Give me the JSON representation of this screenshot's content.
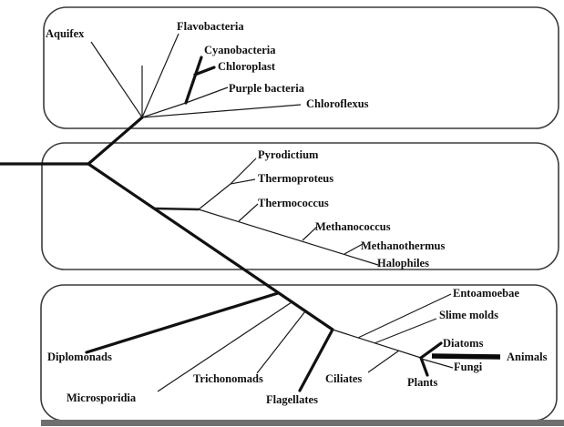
{
  "figure": {
    "type": "unrooted-phylogenetic-tree",
    "title": "Universal phylogenetic tree (three domains)",
    "colors": {
      "background": "#ffffff",
      "branch": "#1a1a1a",
      "box_border": "#3c3c3c",
      "text": "#111111",
      "photo_edge_strip": "#6f6f6f"
    }
  },
  "taxa": {
    "aquifex": "Aquifex",
    "flavobacteria": "Flavobacteria",
    "cyanobacteria": "Cyanobacteria",
    "chloroplast": "Chloroplast",
    "purple_bacteria": "Purple bacteria",
    "chloroflexus": "Chloroflexus",
    "pyrodictium": "Pyrodictium",
    "thermoproteus": "Thermoproteus",
    "thermococcus": "Thermococcus",
    "methanococcus": "Methanococcus",
    "methanothermus": "Methanothermus",
    "halophiles": "Halophiles",
    "entoamoebae": "Entoamoebae",
    "slime_molds": "Slime molds",
    "diatoms": "Diatoms",
    "animals": "Animals",
    "fungi": "Fungi",
    "plants": "Plants",
    "ciliates": "Ciliates",
    "flagellates": "Flagellates",
    "trichonomads": "Trichonomads",
    "microsporidia": "Microsporidia",
    "diplomonads": "Diplomonads"
  },
  "tree": {
    "groups": [
      {
        "box": "top",
        "members": [
          "Aquifex",
          "Flavobacteria",
          "Cyanobacteria",
          "Chloroplast",
          "Purple bacteria",
          "Chloroflexus"
        ]
      },
      {
        "box": "middle",
        "members": [
          "Pyrodictium",
          "Thermoproteus",
          "Thermococcus",
          "Methanococcus",
          "Methanothermus",
          "Halophiles"
        ]
      },
      {
        "box": "bottom",
        "members": [
          "Diplomonads",
          "Microsporidia",
          "Trichonomads",
          "Flagellates",
          "Ciliates",
          "Entoamoebae",
          "Slime molds",
          "Diatoms",
          "Animals",
          "Fungi",
          "Plants"
        ]
      }
    ],
    "emphasized_branches": [
      "Cyanobacteria",
      "Chloroplast",
      "Diplomonads",
      "Flagellates",
      "Diatoms",
      "Plants",
      "Animals",
      "root-trunk"
    ]
  }
}
